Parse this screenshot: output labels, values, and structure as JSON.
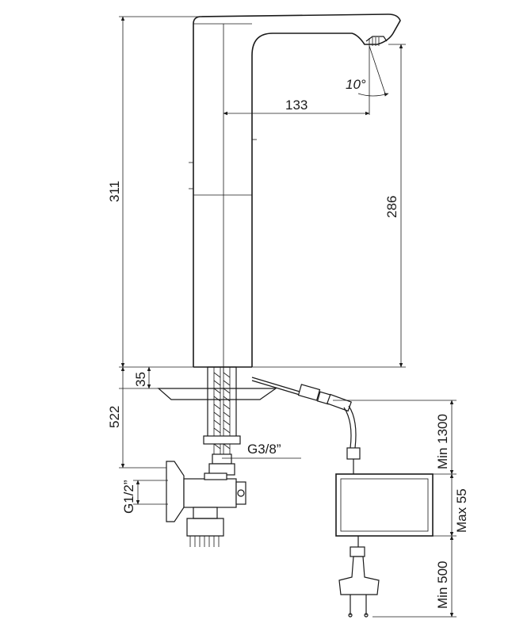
{
  "dimensions": {
    "total_height": "311",
    "spout_height": "286",
    "reach": "133",
    "angle": "10°",
    "deck_thickness": "35",
    "hose_length": "522",
    "outlet_thread": "G3/8”",
    "inlet_thread": "G1/2”",
    "cable_min_1300": "Min 1300",
    "box_max_55": "Max 55",
    "cable_min_500": "Min 500"
  },
  "colors": {
    "line": "#1a1a1a",
    "background": "#ffffff"
  }
}
